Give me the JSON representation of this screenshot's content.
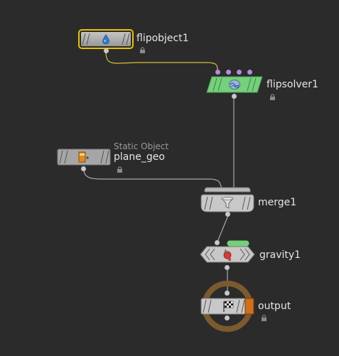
{
  "network": {
    "nodes": {
      "flipobject1": {
        "name": "flipobject1",
        "icon": "water-drop-icon",
        "color": "#b4b4b4",
        "selected_outline": "#e8c400"
      },
      "flipsolver1": {
        "name": "flipsolver1",
        "icon": "flip-solver-icon",
        "color": "#74d07a"
      },
      "plane_geo": {
        "name": "plane_geo",
        "subtitle": "Static Object",
        "icon": "static-object-icon",
        "color": "#b4b4b4"
      },
      "merge1": {
        "name": "merge1",
        "icon": "funnel-icon",
        "color": "#c8c8c8"
      },
      "gravity1": {
        "name": "gravity1",
        "icon": "apple-icon",
        "color": "#c8c8c8",
        "flag_color": "#74d07a"
      },
      "output": {
        "name": "output",
        "icon": "checkered-flag-icon",
        "color": "#c8c8c8",
        "display_flag_color": "#d0701a",
        "output_ring_color": "#7a5a2e"
      }
    },
    "wire_colors": {
      "selected": "#d7c033",
      "normal": "#a8a8a8"
    }
  }
}
